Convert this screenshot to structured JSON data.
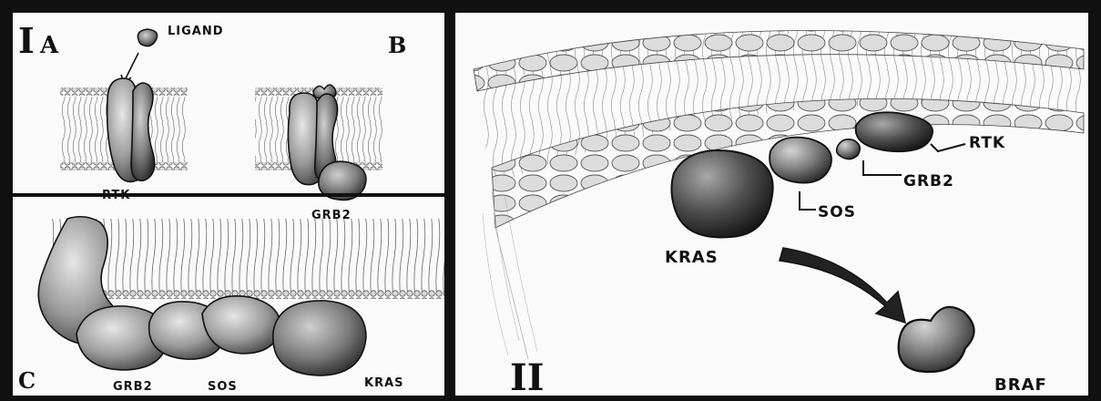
{
  "panel_I": {
    "numeral": "I",
    "sub_a": "A",
    "sub_b": "B",
    "sub_c": "C",
    "ligand_label": "LIGAND",
    "rtk_label": "RTK",
    "grb2_label_b": "GRB2",
    "grb2_label_c": "GRB2",
    "sos_label_c": "SOS",
    "kras_label_c": "KRAS"
  },
  "panel_II": {
    "numeral": "II",
    "rtk_label": "RTK",
    "grb2_label": "GRB2",
    "sos_label": "SOS",
    "kras_label": "KRAS",
    "braf_label": "BRAF"
  },
  "colors": {
    "frame": "#111111",
    "paper": "#fafafa",
    "ink": "#111111",
    "shade_dark": "#5a5a5a",
    "shade_light": "#bdbdbd"
  }
}
